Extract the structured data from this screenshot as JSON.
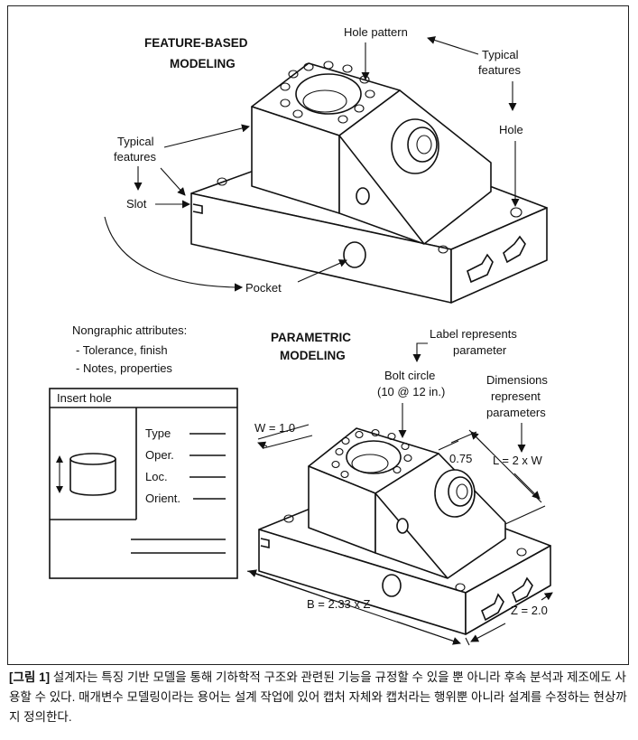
{
  "figure": {
    "feature_title_line1": "FEATURE-BASED",
    "feature_title_line2": "MODELING",
    "hole_pattern": "Hole pattern",
    "typical_features_right_line1": "Typical",
    "typical_features_right_line2": "features",
    "hole": "Hole",
    "typical_features_left_line1": "Typical",
    "typical_features_left_line2": "features",
    "slot": "Slot",
    "pocket": "Pocket",
    "nongraphic_title": "Nongraphic attributes:",
    "nongraphic_item1": "- Tolerance, finish",
    "nongraphic_item2": "- Notes, properties",
    "parametric_title_line1": "PARAMETRIC",
    "parametric_title_line2": "MODELING",
    "label_represents_line1": "Label represents",
    "label_represents_line2": "parameter",
    "bolt_circle_line1": "Bolt circle",
    "bolt_circle_line2": "(10 @ 12 in.)",
    "dimensions_line1": "Dimensions",
    "dimensions_line2": "represent",
    "dimensions_line3": "parameters",
    "w_dim": "W = 1.0",
    "dim_075": "0.75",
    "l_dim": "L = 2 x W",
    "b_dim": "B = 2.33 x Z",
    "z_dim": "Z = 2.0",
    "form_title": "Insert hole",
    "form_fields": [
      "Type",
      "Oper.",
      "Loc.",
      "Orient."
    ]
  },
  "caption": {
    "tag": "[그림 1]",
    "text": " 설계자는 특징 기반 모델을 통해 기하학적 구조와 관련된 기능을 규정할 수 있을 뿐 아니라 후속 분석과 제조에도 사용할 수 있다. 매개변수 모델링이라는 용어는 설계 작업에 있어 캡처 자체와 캡처라는 행위뿐 아니라 설계를 수정하는 현상까지 정의한다."
  }
}
